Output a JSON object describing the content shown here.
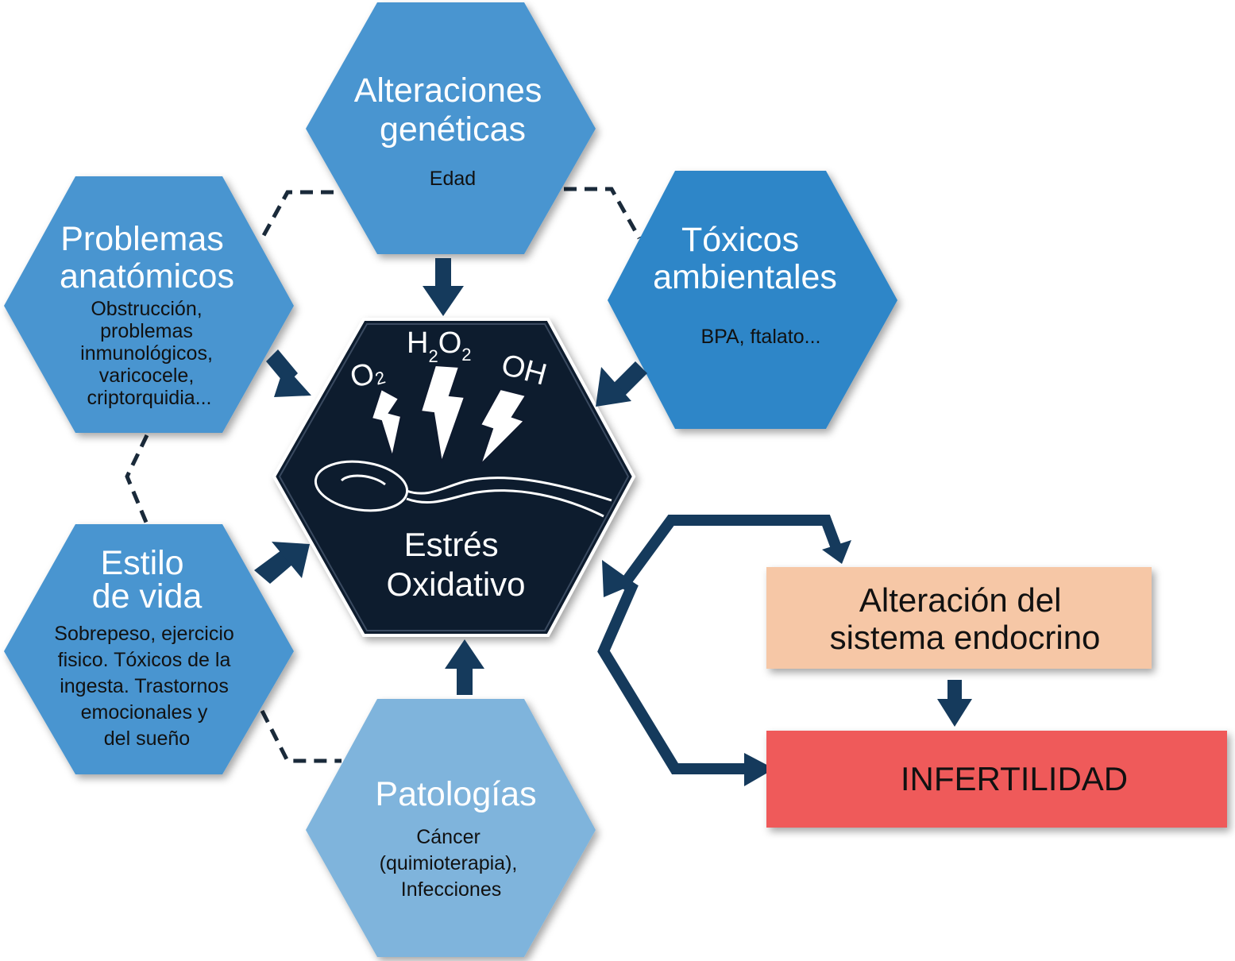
{
  "colors": {
    "hex_top": "#4a95d0",
    "hex_right": "#2f86c8",
    "hex_left": "#4a95d0",
    "hex_bottom": "#7fb4dc",
    "center": "#0e1a2e",
    "arrow": "#153a5c",
    "endocrine_box": "#f6c7a6",
    "infertility_box": "#ef5a5a"
  },
  "center": {
    "title_line1": "Estrés",
    "title_line2": "Oxidativo",
    "species": {
      "o2_base": "O",
      "o2_sub": "2",
      "h2o2_h": "H",
      "h2o2_sub1": "2",
      "h2o2_o": "O",
      "h2o2_sub2": "2",
      "oh": "OH"
    },
    "icons": [
      "lightning-bolt-icon",
      "sperm-icon"
    ]
  },
  "hexagons": {
    "genetic": {
      "title_lines": [
        "Alteraciones",
        "genéticas"
      ],
      "detail_lines": [
        "Edad"
      ]
    },
    "toxic": {
      "title_lines": [
        "Tóxicos",
        "ambientales"
      ],
      "detail_lines": [
        "BPA, ftalato..."
      ]
    },
    "anatomic": {
      "title_lines": [
        "Problemas",
        "anatómicos"
      ],
      "detail_lines": [
        "Obstrucción,",
        "problemas",
        "inmunológicos,",
        "varicocele,",
        "criptorquidia..."
      ]
    },
    "lifestyle": {
      "title_lines": [
        "Estilo",
        "de vida"
      ],
      "detail_lines": [
        "Sobrepeso, ejercicio",
        "fisico. Tóxicos de la",
        "ingesta. Trastornos",
        "emocionales y",
        "del sueño"
      ]
    },
    "pathologies": {
      "title_lines": [
        "Patologías"
      ],
      "detail_lines": [
        "Cáncer",
        "(quimioterapia),",
        "Infecciones"
      ]
    }
  },
  "outcomes": {
    "endocrine_lines": [
      "Alteración del",
      "sistema endocrino"
    ],
    "infertility": "INFERTILIDAD"
  }
}
